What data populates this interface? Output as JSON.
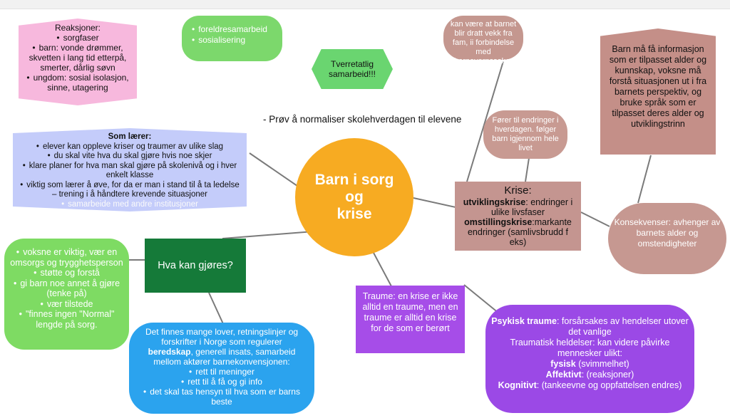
{
  "center": {
    "line1": "Barn i sorg",
    "line2": "og",
    "line3": "krise"
  },
  "reaksjoner": {
    "title": "Reaksjoner:",
    "items": [
      "sorgfaser",
      "barn: vonde drømmer, skvetten i lang tid etterpå, smerter, dårlig søvn",
      "ungdom: sosial isolasjon, sinne, utagering"
    ]
  },
  "foreldre": {
    "items": [
      "foreldresamarbeid",
      "sosialisering"
    ]
  },
  "tverr": {
    "text": "Tverretatlig samarbeid!!!"
  },
  "normaliser": {
    "text": "- Prøv å normaliser skolehverdagen til elevene"
  },
  "barnevern": {
    "text": "kan være at barnet blir dratt vekk fra fam, ii forbindelse med barnevernssaker"
  },
  "informasjon": {
    "text": "Barn må få informasjon som er tilpasset alder og kunnskap, voksne må forstå situasjonen ut i fra barnets perspektiv, og bruke språk som er tilpasset deres alder og utviklingstrinn"
  },
  "endringer": {
    "text": "Fører til endringer i hverdagen. følger barn igjennom hele livet"
  },
  "krise": {
    "title": "Krise:",
    "term1": "utviklingskrise",
    "def1": ": endringer i ulike livsfaser",
    "term2": "omstillingskrise",
    "def2": ":markante endringer (samlivsbrudd f eks)"
  },
  "konsekvenser": {
    "text": "Konsekvenser: avhenger av barnets alder og omstendigheter"
  },
  "somlarer": {
    "title": "Som lærer:",
    "items": [
      "elever kan oppleve kriser og traumer av ulike slag",
      "du skal vite hva du skal gjøre hvis noe skjer",
      "klare planer for hva man skal gjøre på skolenivå og i hver enkelt klasse",
      "viktig som lærer å øve, for da er man i stand til å ta ledelse – trening i å håndtere krevende situasjoner"
    ],
    "muted_item": "samarbeide med andre institusjoner"
  },
  "hvakan": {
    "text": "Hva kan gjøres?"
  },
  "voksne": {
    "items": [
      "voksne er viktig, vær en omsorgs og trygghetsperson",
      "støtte og forstå",
      "gi barn noe annet å gjøre (tenke på)",
      "vær tilstede",
      "\"finnes ingen \"Normal\" lengde på  sorg."
    ]
  },
  "lover": {
    "intro_a": "Det finnes mange lover, retningslinjer og forskrifter i Norge som regulerer ",
    "intro_bold": "beredskap",
    "intro_b": ", generell insats, samarbeid mellom aktører barnekonvensjonen:",
    "items": [
      "rett til meninger",
      "rett til å få og gi info",
      "det skal tas hensyn til hva som er barns beste"
    ]
  },
  "traume": {
    "text": "Traume: en krise er ikke alltid en traume, men en traume er alltid en krise for de som er berørt"
  },
  "psykisk": {
    "term1": "Psykisk traume",
    "def1": ": forsårsakes av hendelser utover det vanlige",
    "line2": "Traumatisk heldelser: kan videre påvirke mennesker ulikt:",
    "term3": "fysisk",
    "def3": " (svimmelhet)",
    "term4": "Affektivt",
    "def4": ": (reaksjoner)",
    "term5": "Kognitivt",
    "def5": ": (tankeevne og oppfattelsen endres)"
  },
  "colors": {
    "center": "#f7ab22",
    "pink": "#f7b8dd",
    "green": "#7edb63",
    "dark_green": "#157a39",
    "lavender": "#c4ccfa",
    "rose": "#c49590",
    "purple": "#a64de8",
    "blue": "#2ba3ee"
  }
}
